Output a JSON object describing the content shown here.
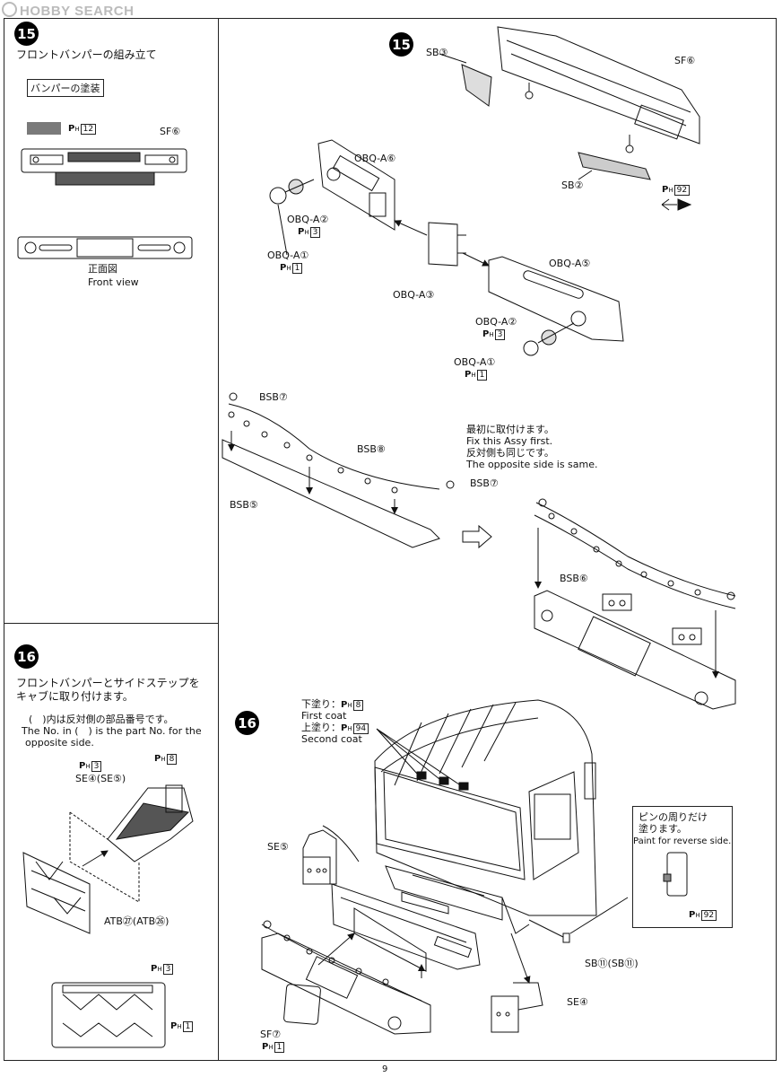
{
  "watermark": "HOBBY SEARCH",
  "page_number": "9",
  "step15": {
    "number": "15",
    "title": "フロントバンパーの組み立て",
    "paint_label": "バンパーの塗装",
    "paint_ref": "12",
    "sf_label": "SF⑥",
    "front_view_jp": "正面図",
    "front_view_en": "Front view",
    "labels": {
      "sb3": "SB③",
      "sf6": "SF⑥",
      "sb2": "SB②",
      "ph92": "92",
      "obqa6": "OBQ-A⑥",
      "obqa2_l": "OBQ-A②",
      "ph3_l": "3",
      "obqa1_l": "OBQ-A①",
      "ph1_l": "1",
      "obqa3": "OBQ-A③",
      "obqa5": "OBQ-A⑤",
      "obqa2_r": "OBQ-A②",
      "ph3_r": "3",
      "obqa1_r": "OBQ-A①",
      "ph1_r": "1",
      "bsb7_top": "BSB⑦",
      "bsb8": "BSB⑧",
      "bsb5": "BSB⑤",
      "bsb7_right": "BSB⑦",
      "bsb6": "BSB⑥"
    },
    "note": {
      "jp1": "最初に取付けます。",
      "en1": "Fix this Assy first.",
      "jp2": "反対側も同じです。",
      "en2": "The opposite side is same."
    }
  },
  "step16": {
    "number": "16",
    "title1": "フロントバンパーとサイドステップを",
    "title2": "キャブに取り付けます。",
    "paren_jp": "(　)内は反対側の部品番号です。",
    "paren_en1": "The No. in (　) is the part No. for the",
    "paren_en2": "opposite side.",
    "ph8": "8",
    "ph3": "3",
    "se4_se5": "SE④(SE⑤)",
    "atb": "ATB㉗(ATB㉖)",
    "ph3_b": "3",
    "ph1_b": "1",
    "undercoat_jp": "下塗り：",
    "undercoat_ref": "8",
    "first_coat": "First coat",
    "topcoat_jp": "上塗り：",
    "topcoat_ref": "94",
    "second_coat": "Second coat",
    "se5": "SE⑤",
    "sb11": "SB⑪(SB⑪)",
    "se4": "SE④",
    "sf7": "SF⑦",
    "ph1_sf": "1",
    "pin_jp1": "ピンの周りだけ",
    "pin_jp2": "塗ります。",
    "pin_en": "Paint for reverse side.",
    "pin_ref": "92"
  }
}
